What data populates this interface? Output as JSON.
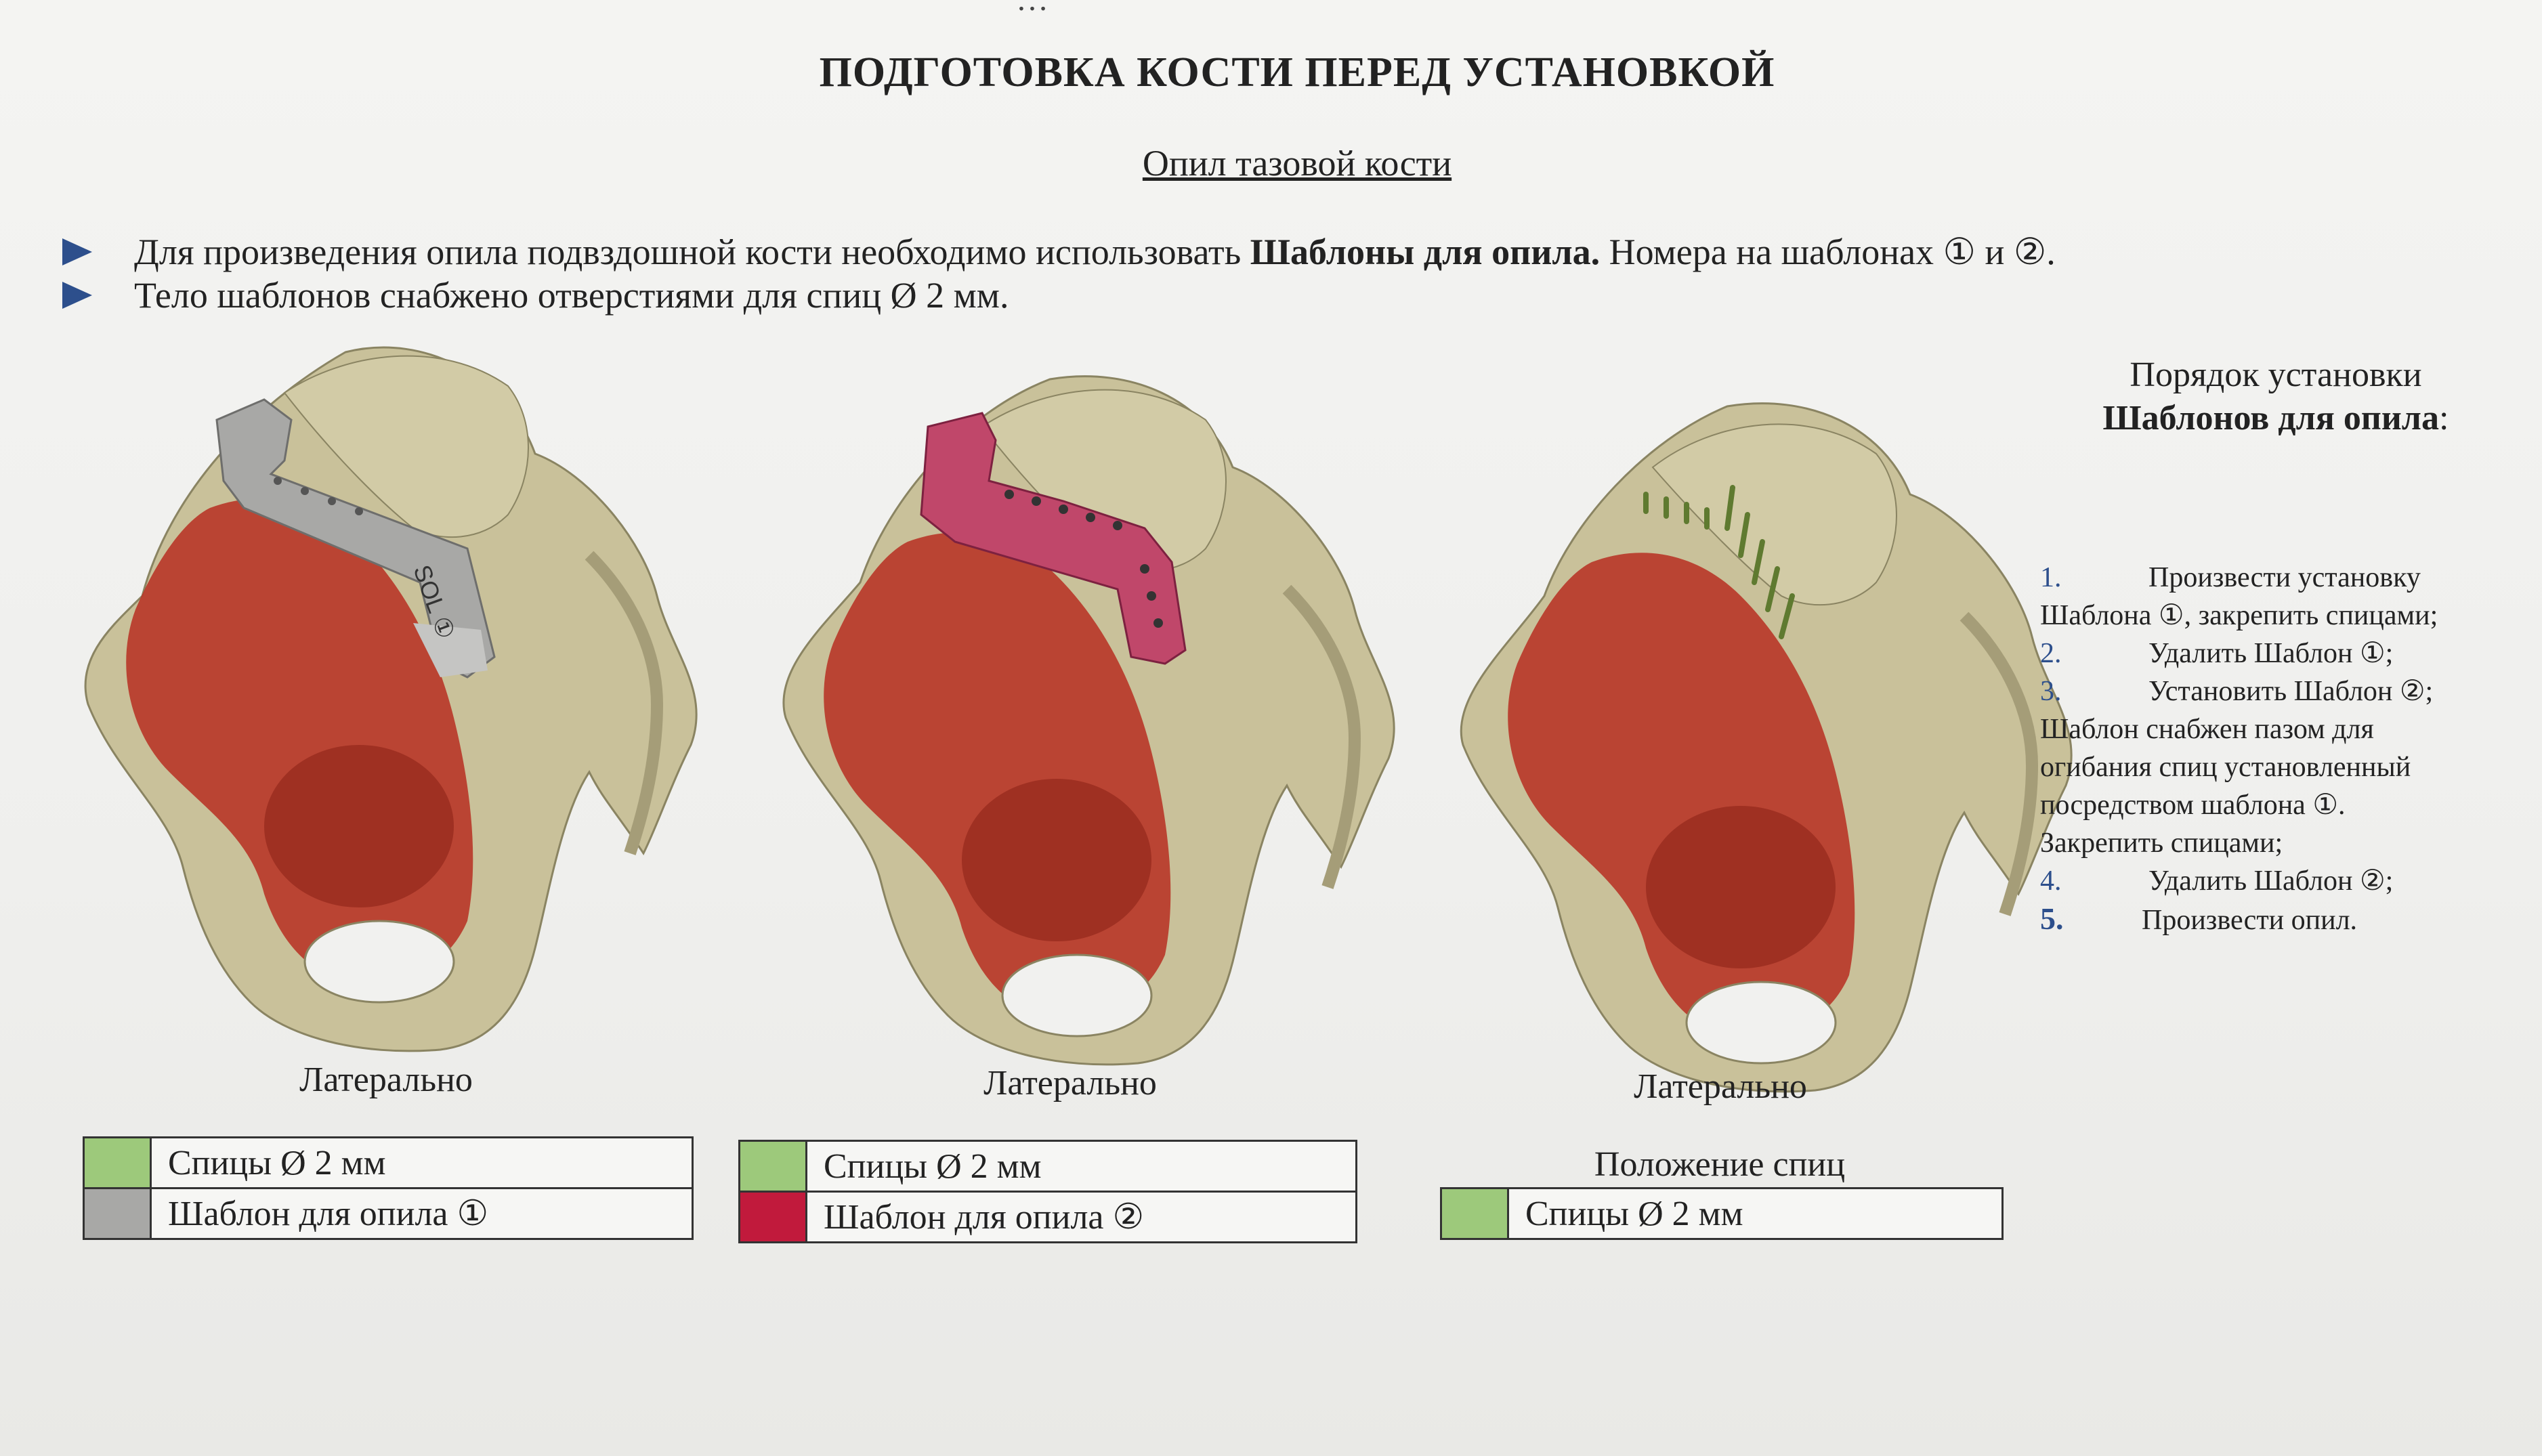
{
  "header_cut": "…",
  "title": "ПОДГОТОВКА КОСТИ ПЕРЕД УСТАНОВКОЙ",
  "subtitle": "Опил тазовой кости",
  "bullets": {
    "b1_pre": "Для произведения опила подвздошной кости необходимо использовать ",
    "b1_bold": "Шаблоны для опила.",
    "b1_post": " Номера на шаблонах ① и ②.",
    "b2": "Тело шаблонов снабжено отверстиями для спиц Ø 2 мм."
  },
  "figures": {
    "fig1_caption": "Латерально",
    "fig2_caption": "Латерально",
    "fig3_caption": "Латерально",
    "fig1_template_marking": "SOL ①",
    "colors": {
      "bone": "#c9c19a",
      "cut_area": "#b93a2a",
      "template1": "#a8a8a6",
      "template2": "#c0476a",
      "wire": "#6f8a3a"
    }
  },
  "legend1": {
    "row1": "Спицы Ø 2 мм",
    "row2": "Шаблон для опила ①"
  },
  "legend2": {
    "row1": "Спицы Ø 2 мм",
    "row2": "Шаблон для опила ②"
  },
  "legend3": {
    "title": "Положение спиц",
    "row1": "Спицы Ø 2 мм"
  },
  "legend_colors": {
    "wire": "#9dc97b",
    "template1": "#a8a8a6",
    "template2": "#c11a3c"
  },
  "side": {
    "title_line1": "Порядок установки",
    "title_line2": "Шаблонов для опила",
    "title_colon": ":",
    "s1_num": "1.",
    "s1_a": "Произвести установку",
    "s1_b": "Шаблона ①, закрепить спицами;",
    "s2_num": "2.",
    "s2": "Удалить Шаблон ①;",
    "s3_num": "3.",
    "s3": "Установить Шаблон ②;",
    "s3_l1": "Шаблон снабжен пазом для",
    "s3_l2": "огибания спиц установленный",
    "s3_l3": "посредством шаблона ①.",
    "s3_l4": "Закрепить спицами;",
    "s4_num": "4.",
    "s4": "Удалить Шаблон ②;",
    "s5_num": "5.",
    "s5": "Произвести опил."
  }
}
